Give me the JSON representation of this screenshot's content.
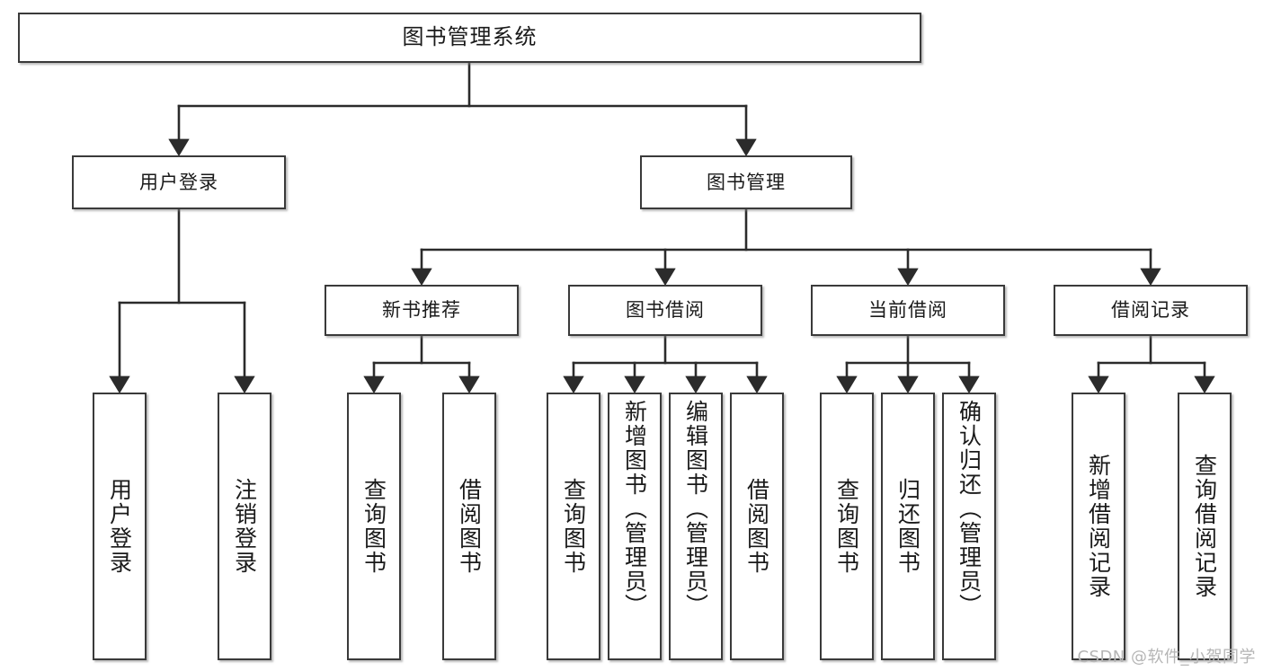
{
  "diagram": {
    "title": "图书管理系统",
    "type": "tree-hierarchy",
    "watermark": "CSDN @软件_小贺同学",
    "colors": {
      "box_border": "#3a3a3a",
      "box_fill": "#ffffff",
      "edge": "#2b2b2b",
      "text": "#1a1a1a",
      "watermark": "#b5b5b5",
      "canvas": "#ffffff"
    },
    "nodes": {
      "root": {
        "label": "图书管理系统"
      },
      "level2": [
        {
          "id": "user-login",
          "label": "用户登录"
        },
        {
          "id": "book-manage",
          "label": "图书管理"
        }
      ],
      "level3": [
        {
          "id": "new-book-recommend",
          "label": "新书推荐"
        },
        {
          "id": "book-borrow",
          "label": "图书借阅"
        },
        {
          "id": "current-borrow",
          "label": "当前借阅"
        },
        {
          "id": "borrow-record",
          "label": "借阅记录"
        }
      ],
      "leaves": {
        "user-login": [
          {
            "id": "leaf-user-login",
            "label": "用户登录"
          },
          {
            "id": "leaf-logout-login",
            "label": "注销登录"
          }
        ],
        "new-book-recommend": [
          {
            "id": "leaf-query-book-1",
            "label": "查询图书"
          },
          {
            "id": "leaf-borrow-book-1",
            "label": "借阅图书"
          }
        ],
        "book-borrow": [
          {
            "id": "leaf-query-book-2",
            "label": "查询图书"
          },
          {
            "id": "leaf-add-book-admin",
            "label": "新增图书（管理员）"
          },
          {
            "id": "leaf-edit-book-admin",
            "label": "编辑图书（管理员）"
          },
          {
            "id": "leaf-borrow-book-2",
            "label": "借阅图书"
          }
        ],
        "current-borrow": [
          {
            "id": "leaf-query-book-3",
            "label": "查询图书"
          },
          {
            "id": "leaf-return-book",
            "label": "归还图书"
          },
          {
            "id": "leaf-confirm-return-admin",
            "label": "确认归还（管理员）"
          }
        ],
        "borrow-record": [
          {
            "id": "leaf-add-borrow-record",
            "label": "新增借阅记录"
          },
          {
            "id": "leaf-query-borrow-record",
            "label": "查询借阅记录"
          }
        ]
      }
    }
  }
}
